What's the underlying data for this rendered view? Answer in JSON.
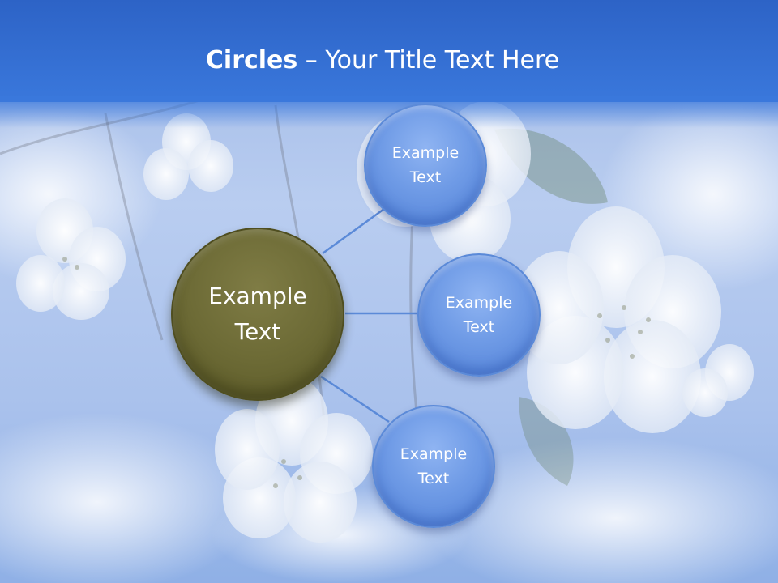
{
  "title": {
    "bold": "Circles",
    "rest": " – Your Title Text Here"
  },
  "colors": {
    "title_bar": "#2d63c6",
    "satellite": "#6f9be6",
    "hub": "#6d6b36",
    "connector": "#5b8ad8"
  },
  "diagram": {
    "hub": {
      "label": "Example Text"
    },
    "satellites": [
      {
        "label": "Example Text"
      },
      {
        "label": "Example Text"
      },
      {
        "label": "Example Text"
      }
    ]
  }
}
